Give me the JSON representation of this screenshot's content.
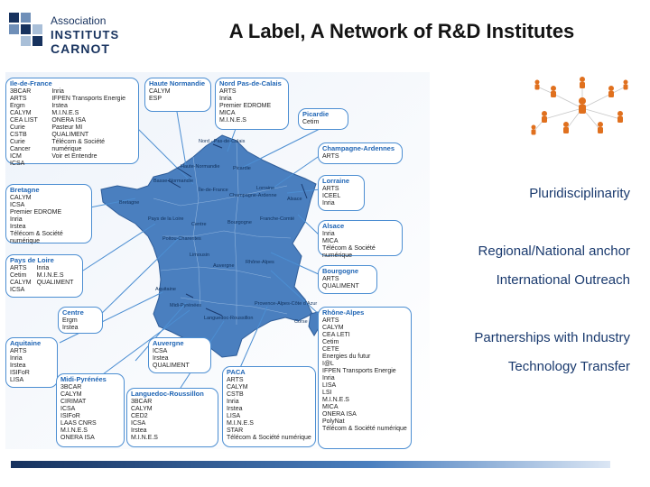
{
  "logo": {
    "line1": "Association",
    "line2": "INSTITUTS",
    "line3": "CARNOT"
  },
  "title": "A Label, A Network of R&D Institutes",
  "themes": [
    "Pluridisciplinarity",
    "Regional/National anchor",
    "International Outreach",
    "Partnerships with Industry",
    "Technology Transfer"
  ],
  "regions": {
    "idf": {
      "name": "Ile-de-France",
      "col1": [
        "3BCAR",
        "ARTS",
        "Ergm",
        "CALYM",
        "CEA LIST",
        "Curie",
        "CSTB",
        "Curie Cancer",
        "ICM",
        "ICSA"
      ],
      "col2": [
        "Inria",
        "IFPEN Transports Energie",
        "Irstea",
        "M.I.N.E.S",
        "ONERA ISA",
        "Pasteur MI",
        "QUALIMENT",
        "Télécom & Société numérique",
        "Voir et Entendre"
      ]
    },
    "hautenorm": {
      "name": "Haute Normandie",
      "items": [
        "CALYM",
        "ESP"
      ]
    },
    "npdc": {
      "name": "Nord Pas-de-Calais",
      "items": [
        "ARTS",
        "Inria",
        "Premier EDROME",
        "MICA",
        "M.I.N.E.S"
      ]
    },
    "picardie": {
      "name": "Picardie",
      "items": [
        "Cetim"
      ]
    },
    "champagne": {
      "name": "Champagne-Ardennes",
      "items": [
        "ARTS"
      ]
    },
    "lorraine": {
      "name": "Lorraine",
      "items": [
        "ARTS",
        "ICEEL",
        "Inria"
      ]
    },
    "alsace": {
      "name": "Alsace",
      "items": [
        "Inria",
        "MICA",
        "Télécom & Société numérique"
      ]
    },
    "bourgogne": {
      "name": "Bourgogne",
      "items": [
        "ARTS",
        "QUALIMENT"
      ]
    },
    "rhone": {
      "name": "Rhône-Alpes",
      "items": [
        "ARTS",
        "CALYM",
        "CEA LETI",
        "Cetim",
        "CETE",
        "Energies du futur",
        "I@L",
        "IFPEN Transports Energie",
        "Inria",
        "LISA",
        "LSI",
        "M.I.N.E.S",
        "MICA",
        "ONERA ISA",
        "PolyNat",
        "Télécom & Société numérique"
      ]
    },
    "bretagne": {
      "name": "Bretagne",
      "items": [
        "CALYM",
        "ICSA",
        "Premier EDROME",
        "Inria",
        "Irstea",
        "Télécom & Société numérique"
      ]
    },
    "pdl": {
      "name": "Pays de Loire",
      "col1": [
        "ARTS",
        "Cetim",
        "CALYM",
        "ICSA"
      ],
      "col2": [
        "Inria",
        "M.I.N.E.S",
        "QUALIMENT"
      ]
    },
    "centre": {
      "name": "Centre",
      "items": [
        "Ergm",
        "Irstea"
      ]
    },
    "aquitaine": {
      "name": "Aquitaine",
      "items": [
        "ARTS",
        "Inria",
        "Irstea",
        "ISIFoR",
        "LISA"
      ]
    },
    "auvergne": {
      "name": "Auvergne",
      "items": [
        "ICSA",
        "Irstea",
        "QUALIMENT"
      ]
    },
    "midi": {
      "name": "Midi-Pyrénées",
      "items": [
        "3BCAR",
        "CALYM",
        "CIRIMAT",
        "ICSA",
        "ISIFoR",
        "LAAS CNRS",
        "M.I.N.E.S",
        "ONERA ISA"
      ]
    },
    "lr": {
      "name": "Languedoc-Roussillon",
      "items": [
        "3BCAR",
        "CALYM",
        "CED2",
        "ICSA",
        "Irstea",
        "M.I.N.E.S"
      ]
    },
    "paca": {
      "name": "PACA",
      "items": [
        "ARTS",
        "CALYM",
        "CSTB",
        "Inria",
        "Irstea",
        "LISA",
        "M.I.N.E.S",
        "STAR",
        "Télécom & Société numérique"
      ]
    }
  },
  "cities": {
    "nord": "Nord - Pas-de-Calais",
    "picardie": "Picardie",
    "hautenorm": "Haute-Normandie",
    "bassenorm": "Basse-Normandie",
    "idf": "Île-de-France",
    "champ": "Champagne-Ardenne",
    "lorraine": "Lorraine",
    "alsace": "Alsace",
    "bretagne": "Bretagne",
    "pdl": "Pays de la Loire",
    "centre": "Centre",
    "bourgogne": "Bourgogne",
    "franche": "Franche-Comté",
    "poitou": "Poitou-Charentes",
    "limousin": "Limousin",
    "auvergne": "Auvergne",
    "rhone": "Rhône-Alpes",
    "aquitaine": "Aquitaine",
    "midi": "Midi-Pyrénées",
    "lr": "Languedoc-Roussillon",
    "paca": "Provence-Alpes-Côte d'Azur",
    "corse": "Corse"
  },
  "colors": {
    "accent": "#1e64b4",
    "map": "#4a7fbf",
    "border": "#4c8ed2",
    "people": "#e0701e"
  }
}
